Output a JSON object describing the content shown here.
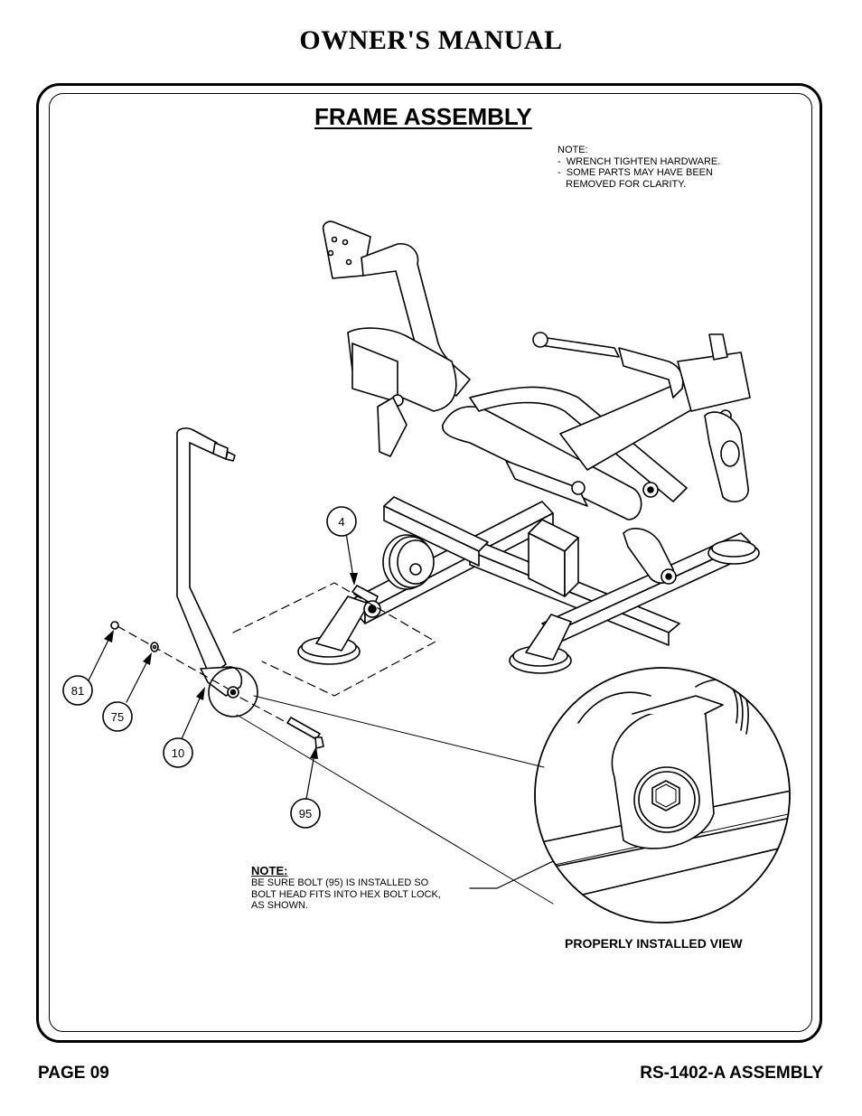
{
  "header": {
    "title": "OWNER'S MANUAL"
  },
  "section": {
    "title": "FRAME ASSEMBLY"
  },
  "note_top": {
    "lines": [
      "NOTE:",
      "-  WRENCH TIGHTEN HARDWARE.",
      "-  SOME PARTS MAY HAVE BEEN",
      "   REMOVED FOR CLARITY."
    ]
  },
  "callouts": [
    "4",
    "81",
    "75",
    "10",
    "95"
  ],
  "note_bottom": {
    "heading": "NOTE:",
    "lines": [
      "BE SURE BOLT (95) IS INSTALLED SO",
      "BOLT HEAD FITS INTO HEX BOLT LOCK,",
      "AS SHOWN."
    ]
  },
  "detail_view": {
    "label": "PROPERLY INSTALLED VIEW"
  },
  "footer": {
    "page": "PAGE 09",
    "document": "RS-1402-A ASSEMBLY"
  }
}
